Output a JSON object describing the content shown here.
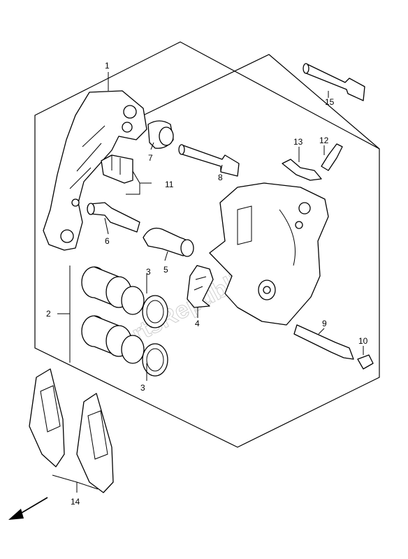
{
  "callouts": {
    "c1": "1",
    "c2": "2",
    "c3a": "3",
    "c3b": "3",
    "c4": "4",
    "c5": "5",
    "c6": "6",
    "c7": "7",
    "c8": "8",
    "c9": "9",
    "c10": "10",
    "c11": "11",
    "c12": "12",
    "c13": "13",
    "c14": "14",
    "c15": "15"
  },
  "watermark": "PartsRepublik",
  "direction_arrow_icon": "front-direction-arrow-icon"
}
